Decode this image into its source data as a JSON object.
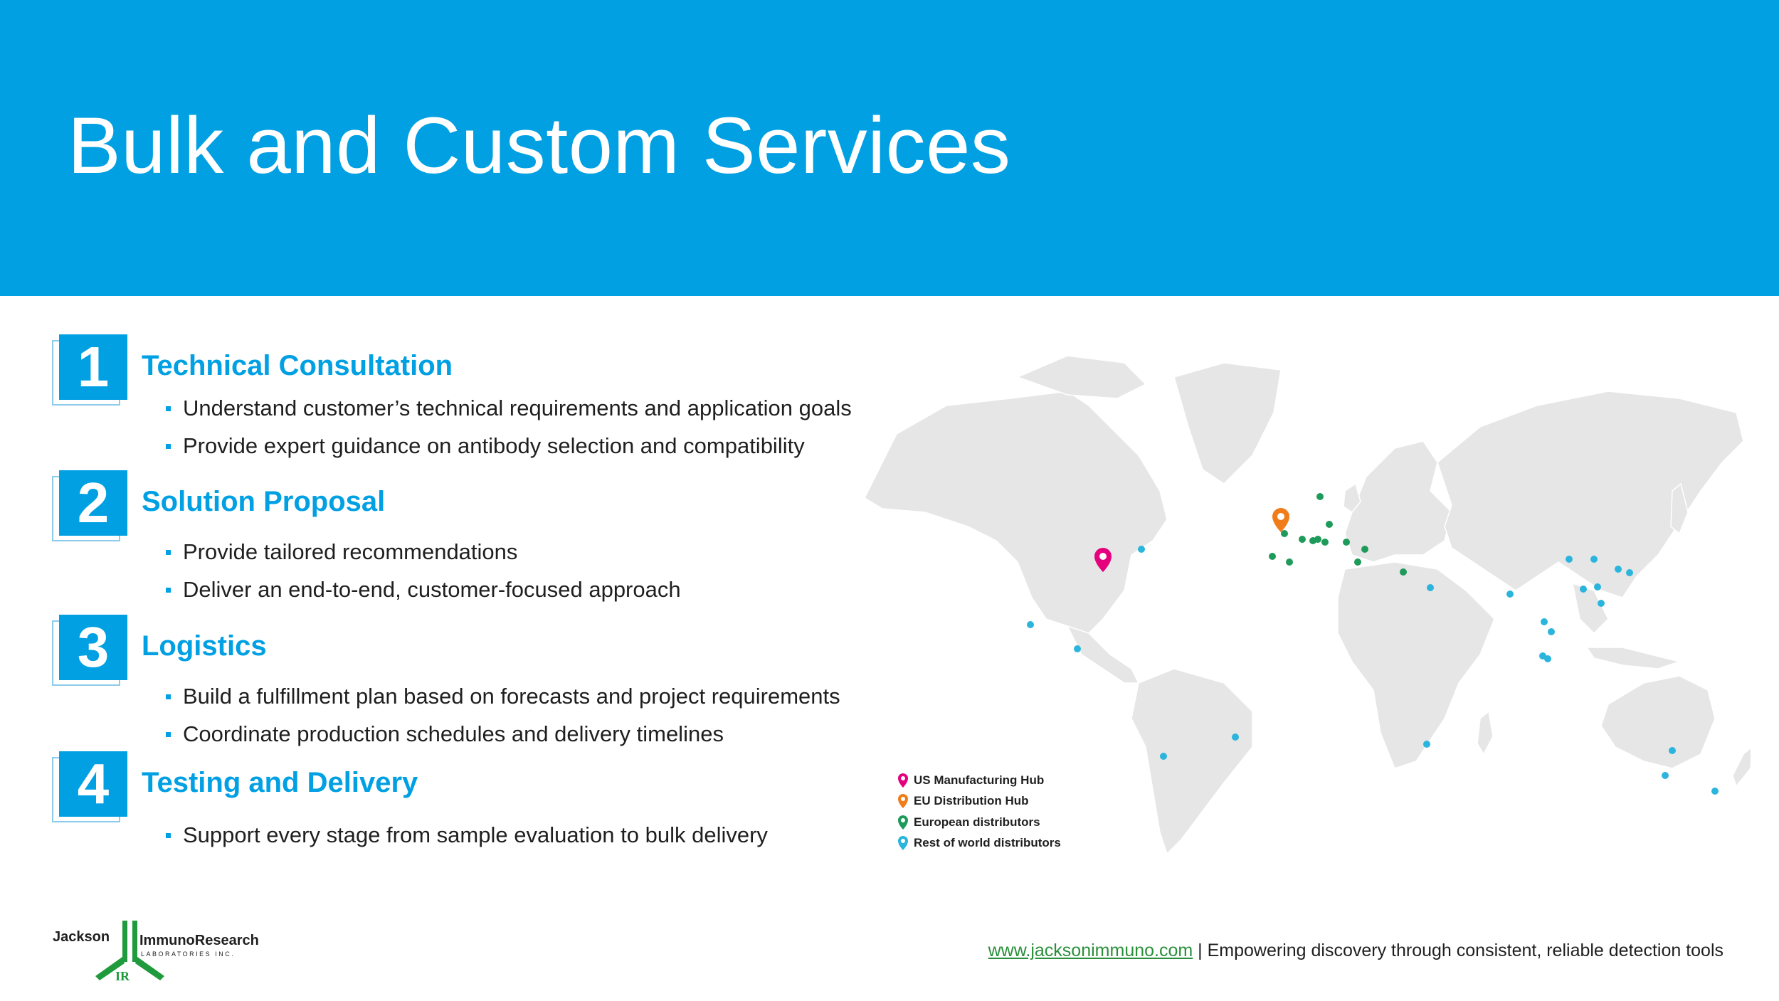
{
  "title": "Bulk and Custom Services",
  "steps": [
    {
      "number": "1",
      "title": "Technical Consultation",
      "bullets": [
        "Understand customer’s technical requirements and application goals",
        "Provide expert guidance on antibody selection and compatibility"
      ]
    },
    {
      "number": "2",
      "title": "Solution Proposal",
      "bullets": [
        "Provide tailored recommendations",
        "Deliver an end-to-end, customer-focused approach"
      ]
    },
    {
      "number": "3",
      "title": "Logistics",
      "bullets": [
        "Build a fulfillment plan based on forecasts and project requirements",
        "Coordinate production schedules and delivery timelines"
      ]
    },
    {
      "number": "4",
      "title": "Testing and Delivery",
      "bullets": [
        "Support every stage from sample evaluation to bulk delivery"
      ]
    }
  ],
  "legend": [
    {
      "label": "US Manufacturing Hub",
      "color": "#e5007e"
    },
    {
      "label": "EU Distribution Hub",
      "color": "#f07d1a"
    },
    {
      "label": "European distributors",
      "color": "#1e9a5a"
    },
    {
      "label": "Rest of world distributors",
      "color": "#2bb5dd"
    }
  ],
  "logo": {
    "name_left": "Jackson",
    "name_right": "ImmunoResearch",
    "tagline": "LABORATORIES INC.",
    "monogram": "IR"
  },
  "footer": {
    "link": "www.jacksonimmuno.com",
    "separator": " | ",
    "tagline": "Empowering discovery through consistent, reliable detection tools"
  }
}
